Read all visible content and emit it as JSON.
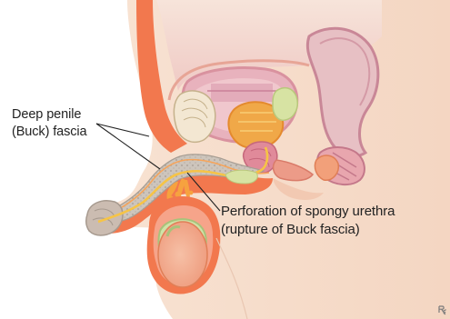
{
  "labels": {
    "buck_fascia": {
      "line1": "Deep penile",
      "line2": "(Buck) fascia"
    },
    "perforation": {
      "line1": "Perforation of spongy urethra",
      "line2": "(rupture of Buck fascia)"
    }
  },
  "colors": {
    "skin": "#f6dcc8",
    "fascia_orange": "#f2784e",
    "bladder_pink": "#e0a1b0",
    "prostate_orange": "#f0a848",
    "urethra_yellow": "#f6c446",
    "corpus_gray": "#c9c1b8",
    "rectum_pink": "#d98a9c",
    "testis_green": "#cfe3a8",
    "leader_line": "#222222"
  },
  "icons": {
    "corner_logo": "rx-logo-icon"
  }
}
